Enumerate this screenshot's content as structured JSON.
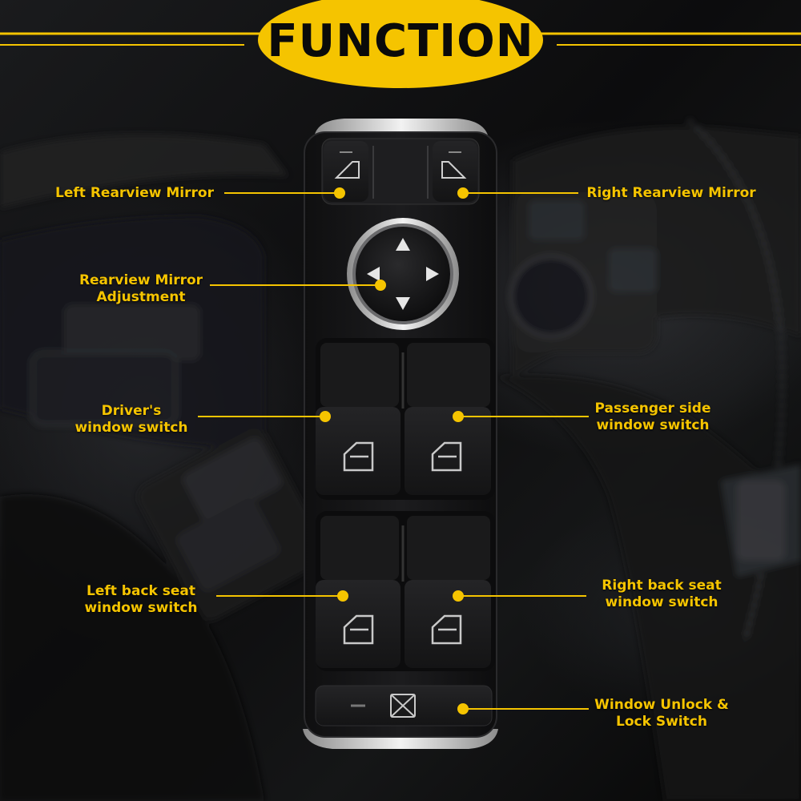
{
  "title": "FUNCTION",
  "colors": {
    "accent": "#f5c400",
    "panel": "#141415",
    "button": "#1c1c1d",
    "chrome": "#d8d8d8",
    "icon": "#bfbfbf"
  },
  "callouts": {
    "left_mirror": "Left Rearview Mirror",
    "right_mirror": "Right Rearview Mirror",
    "mirror_adjust": "Rearview Mirror\nAdjustment",
    "driver_window": "Driver's\nwindow switch",
    "passenger_window": "Passenger side\nwindow switch",
    "left_back_window": "Left back seat\nwindow switch",
    "right_back_window": "Right back seat\nwindow switch",
    "lock_switch": "Window Unlock &\nLock Switch"
  },
  "icons": {
    "left_mirror": "mirror-left-icon",
    "right_mirror": "mirror-right-icon",
    "window": "window-icon",
    "lock": "window-lock-icon",
    "arrows": "direction-arrow-icon"
  }
}
